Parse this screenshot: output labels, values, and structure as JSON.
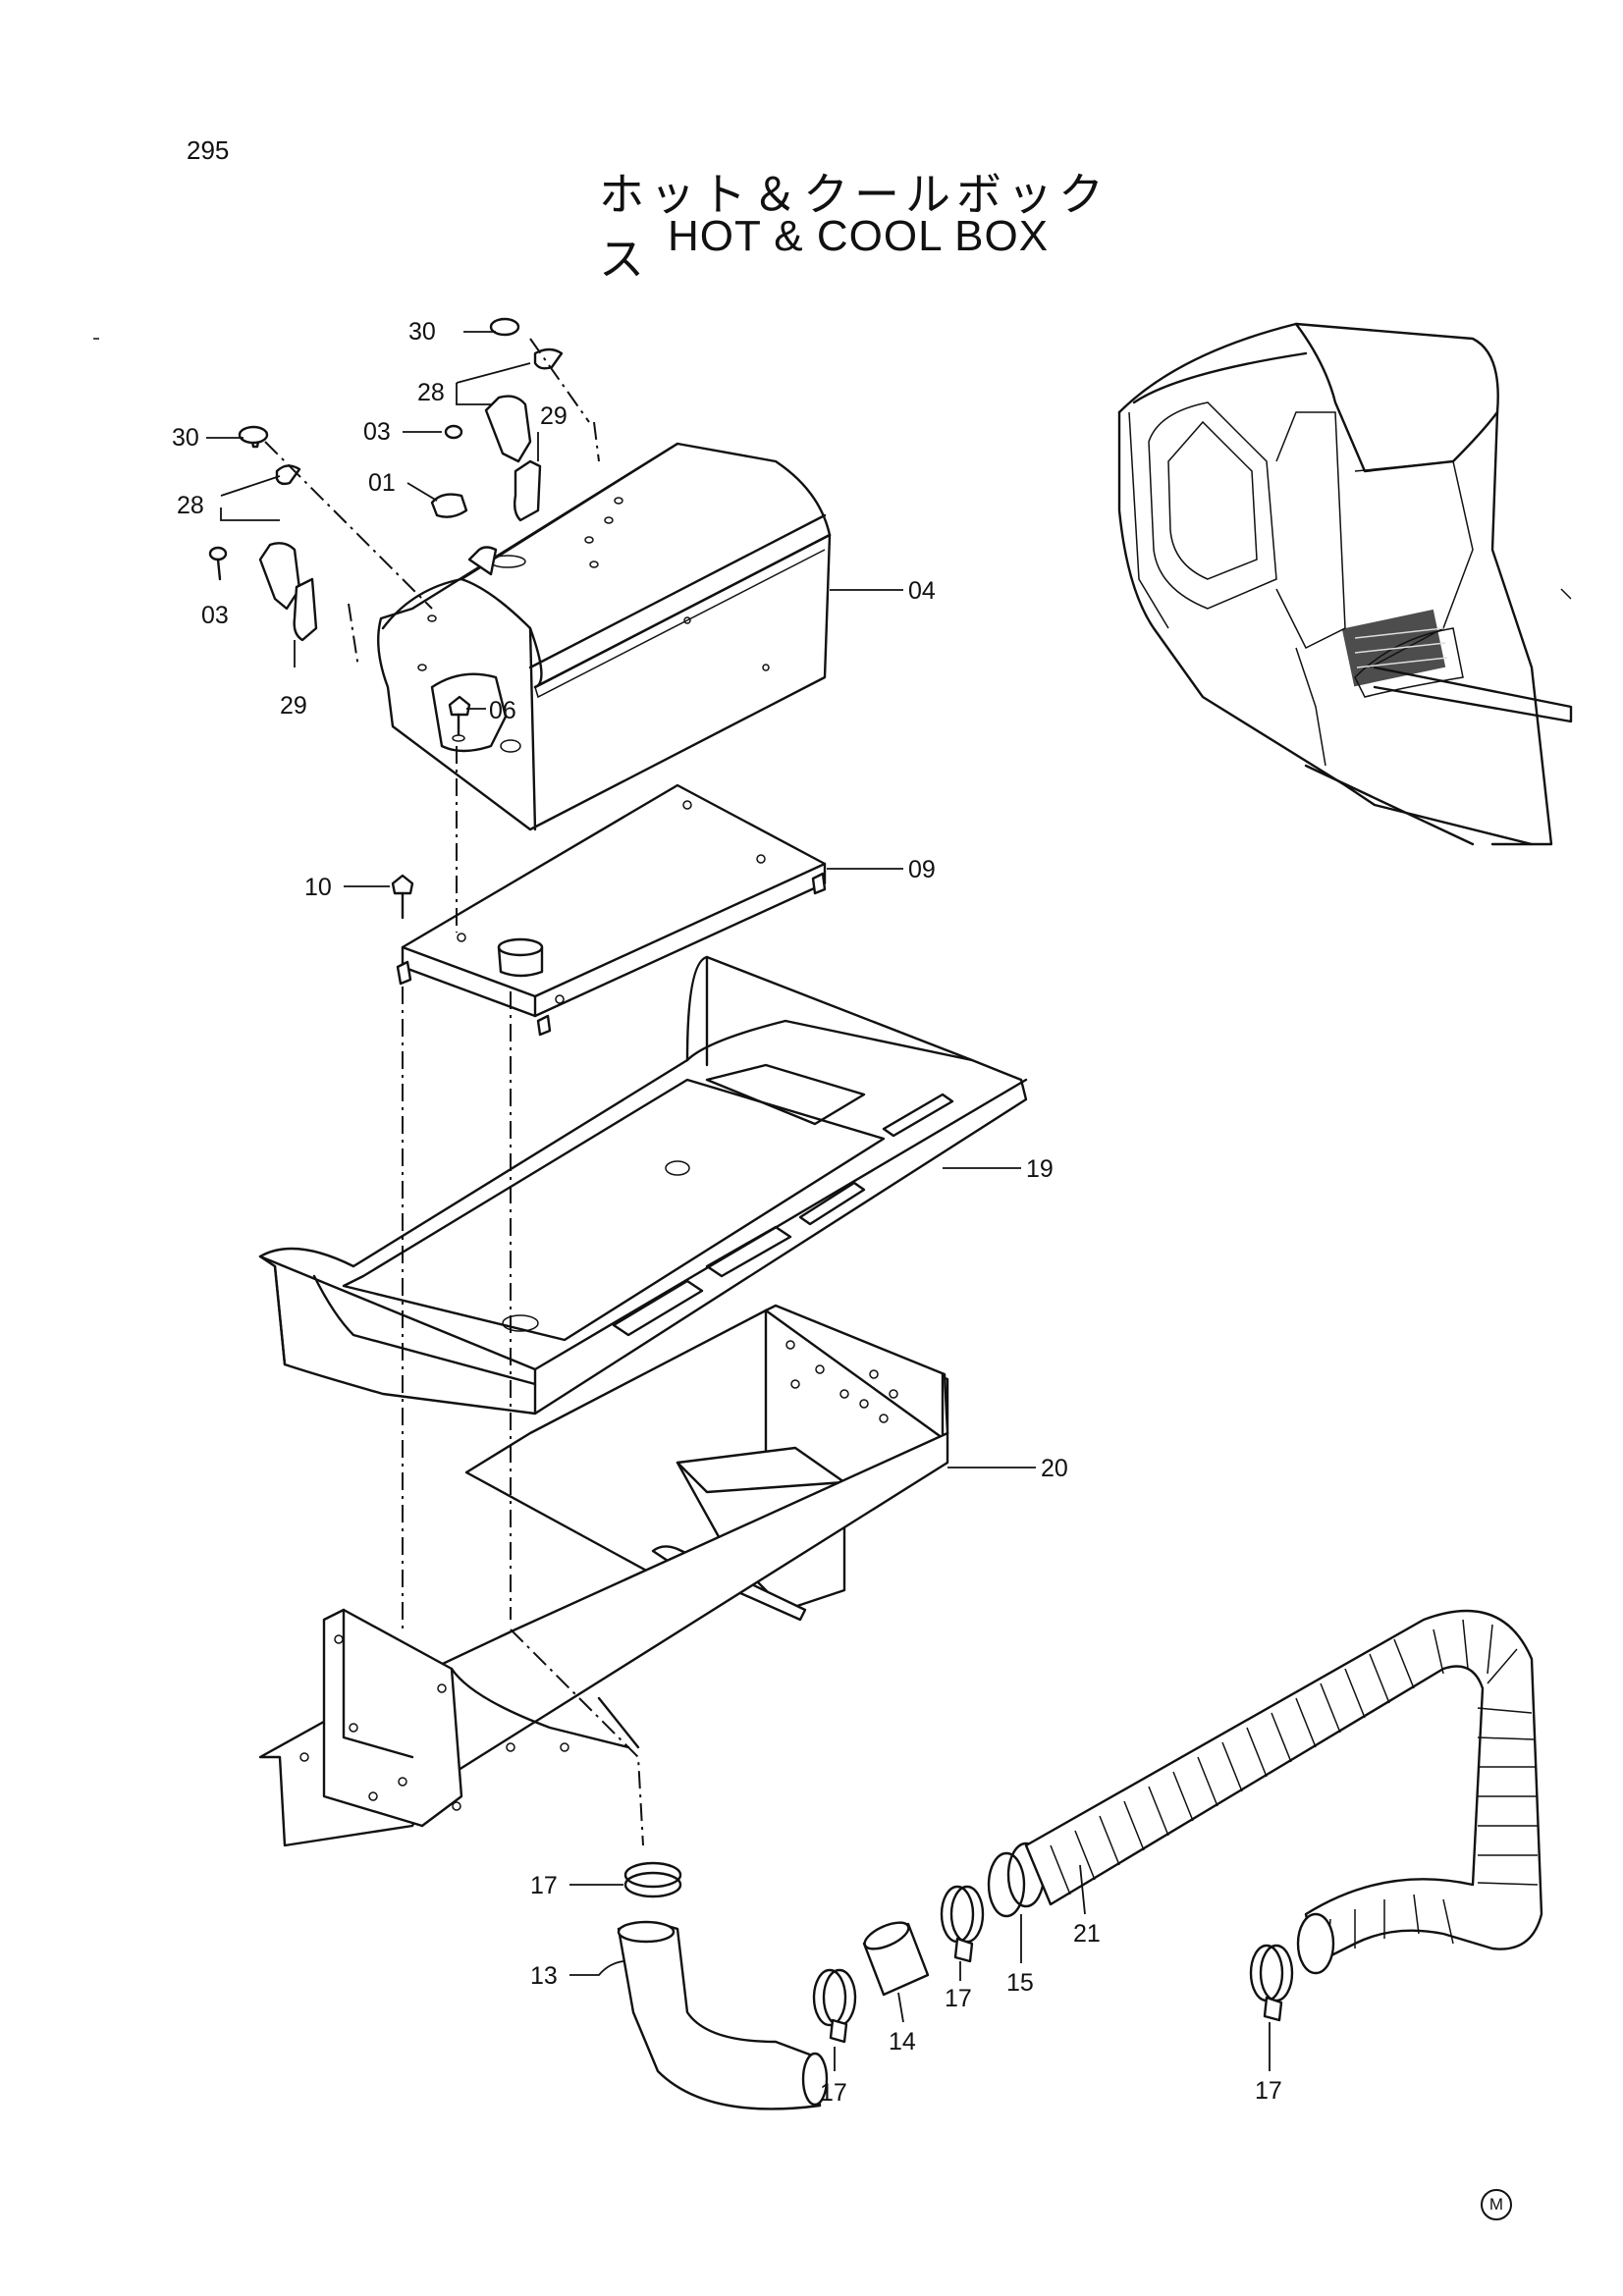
{
  "page_number": "295",
  "title_jp": "ホット＆クールボックス",
  "title_en": "HOT & COOL  BOX",
  "manufacturer_mark": "M",
  "callouts": {
    "c30a": "30",
    "c28a": "28",
    "c03a": "03",
    "c29a": "29",
    "c30b": "30",
    "c28b": "28",
    "c01": "01",
    "c03b": "03",
    "c29b": "29",
    "c04": "04",
    "c06": "06",
    "c10": "10",
    "c09": "09",
    "c19": "19",
    "c20": "20",
    "c17a": "17",
    "c13": "13",
    "c17b": "17",
    "c14": "14",
    "c17c": "17",
    "c15": "15",
    "c21": "21",
    "c17d": "17"
  }
}
